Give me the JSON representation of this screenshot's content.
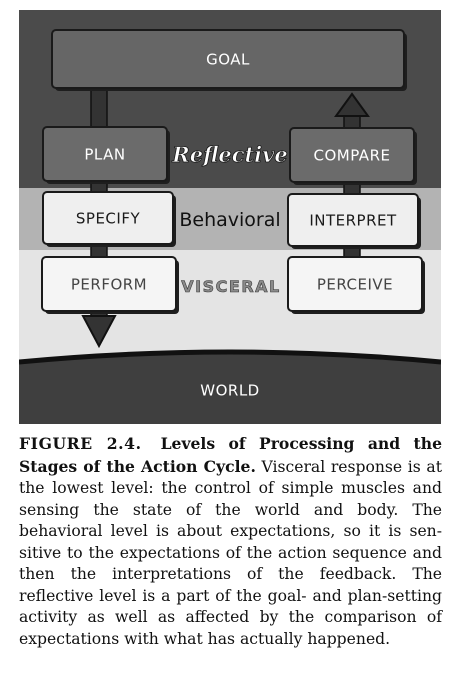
{
  "diagram": {
    "goal": "GOAL",
    "world": "WORLD",
    "left_column": [
      "PLAN",
      "SPECIFY",
      "PERFORM"
    ],
    "right_column": [
      "COMPARE",
      "INTERPRET",
      "PERCEIVE"
    ],
    "levels": {
      "reflective": "Reflective",
      "behavioral": "Behavioral",
      "visceral": "VISCERAL"
    },
    "colors": {
      "reflective_band": "#4b4b4b",
      "behavioral_band": "#b3b3b3",
      "visceral_band": "#e4e4e4",
      "world": "#3f3f3f",
      "goal_box": "#666666",
      "plan_box": "#6b6b6b",
      "specify_box": "#efefef",
      "perform_box": "#f5f5f5",
      "arrow": "#333333"
    }
  },
  "caption": {
    "label": "FIGURE 2.4.",
    "title": "Levels of Processing and the Stages of the Action Cycle.",
    "body": "Visceral response is at the lowest level: the control of simple muscles and sensing the state of the world and body. The behavioral level is about expectations, so it is sen­sitive to the expectations of the action sequence and then the interpretations of the feedback. The reflective level is a part of the goal- and plan-set­ting activity as well as affected by the comparison of expectations with what has actually happened."
  }
}
